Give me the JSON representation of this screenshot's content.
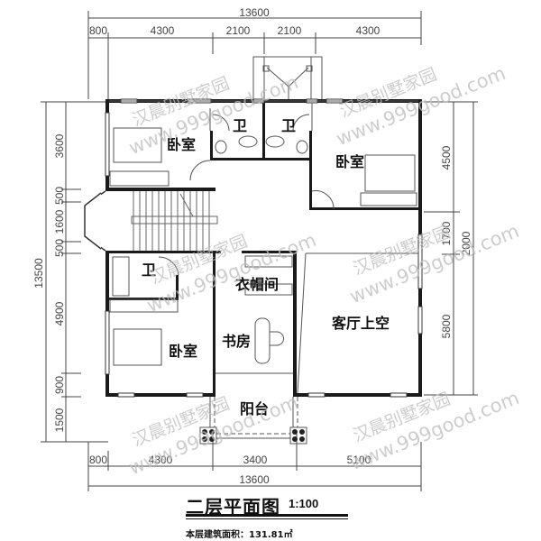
{
  "plan": {
    "title": "二层平面图",
    "scale": "1:100",
    "area_label": "本层建筑面积：131.81㎡"
  },
  "dimensions": {
    "top": {
      "total": "13600",
      "segments": [
        "800",
        "4300",
        "2100",
        "2100",
        "4300"
      ]
    },
    "bottom": {
      "total": "13600",
      "segments": [
        "800",
        "4300",
        "3400",
        "5100"
      ]
    },
    "left": {
      "total": "13500",
      "segments": [
        "3600",
        "500",
        "1600",
        "500",
        "4900",
        "900",
        "1500"
      ]
    },
    "right": {
      "total": "2000",
      "segments": [
        "4500",
        "1700",
        "5800"
      ]
    }
  },
  "rooms": {
    "bedroom_nw": "卧室",
    "bath_1": "卫",
    "bath_2": "卫",
    "bedroom_ne": "卧室",
    "bath_sw": "卫",
    "wardrobe": "衣帽间",
    "study": "书房",
    "bedroom_sw": "卧室",
    "living_void": "客厅上空",
    "balcony": "阳台"
  },
  "watermark": {
    "cn": "汉晨别墅家园",
    "url": "www.999good.com"
  },
  "colors": {
    "wall": "#1a1a1a",
    "line": "#555555",
    "watermark": "#bdbdbd"
  }
}
